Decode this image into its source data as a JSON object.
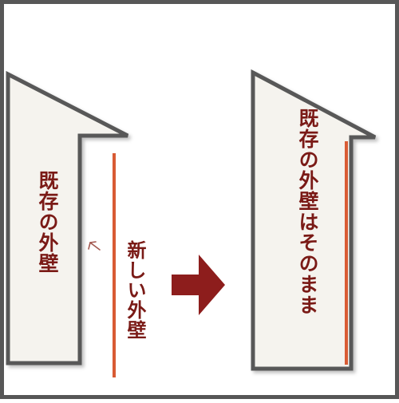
{
  "labels": {
    "existing_wall": "既存の外壁",
    "new_wall": "新しい外壁",
    "existing_wall_kept": "既存の外壁はそのまま"
  },
  "icons": {
    "pointer": "small-pointer-arrow-icon",
    "transition": "right-arrow-icon"
  },
  "colors": {
    "frame": "#575757",
    "house_fill": "#f5f3ee",
    "outline": "#585858",
    "new_wall": "#d85b34",
    "text": "#7a1a16",
    "arrow": "#8d1d1c"
  }
}
